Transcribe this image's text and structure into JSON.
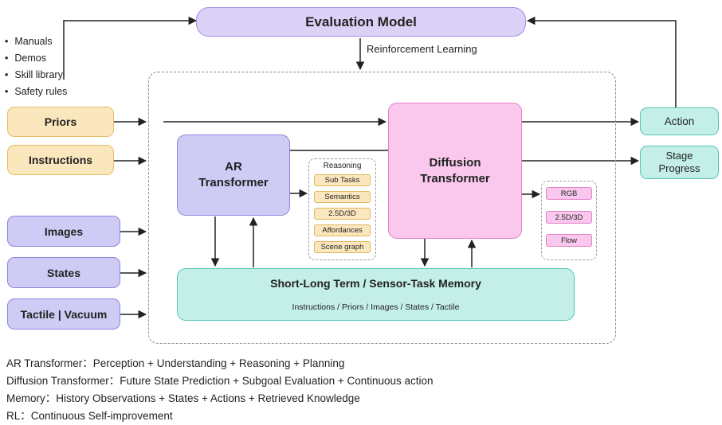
{
  "evaluation_model": "Evaluation Model",
  "reinforcement_learning": "Reinforcement Learning",
  "bullets": [
    "Manuals",
    "Demos",
    "Skill library",
    "Safety rules"
  ],
  "inputs": {
    "priors": "Priors",
    "instructions": "Instructions",
    "images": "Images",
    "states": "States",
    "tactile": "Tactile | Vacuum"
  },
  "ar_transformer": "AR Transformer",
  "diffusion_transformer": "Diffusion Transformer",
  "reasoning": {
    "title": "Reasoning",
    "items": [
      "Sub Tasks",
      "Semantics",
      "2.5D/3D",
      "Affordances",
      "Scene graph"
    ]
  },
  "diffusion_outputs": [
    "RGB",
    "2.5D/3D",
    "Flow"
  ],
  "memory": {
    "title": "Short-Long Term / Sensor-Task Memory",
    "subtitle": "Instructions / Priors / Images / States / Tactile"
  },
  "outputs": {
    "action": "Action",
    "stage_progress": "Stage Progress"
  },
  "captions": [
    "AR Transformer：Perception + Understanding + Reasoning + Planning",
    "Diffusion Transformer：Future State Prediction + Subgoal Evaluation + Continuous action",
    "Memory：History Observations + States + Actions + Retrieved Knowledge",
    "RL：Continuous Self-improvement"
  ]
}
